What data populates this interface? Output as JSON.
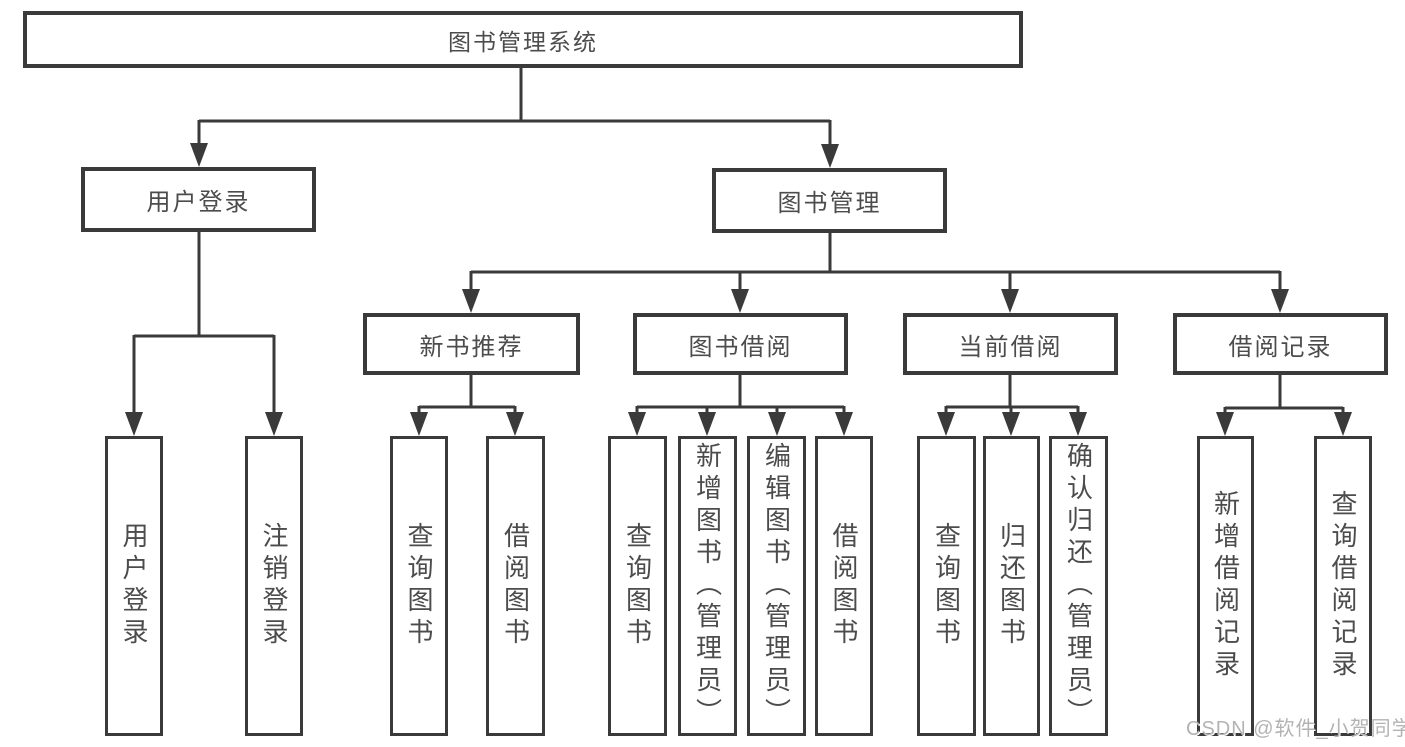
{
  "colors": {
    "line": "#3a3a3a",
    "box_border": "#3a3a3a",
    "box_background": "#ffffff",
    "text": "#4c4c4c",
    "watermark": "#b3b3b3"
  },
  "watermark": {
    "text": "CSDN @软件_小贺同学"
  },
  "tree": {
    "root": {
      "label": "图书管理系统",
      "children": [
        {
          "label": "用户登录",
          "children": [
            {
              "label": "用户登录"
            },
            {
              "label": "注销登录"
            }
          ]
        },
        {
          "label": "图书管理",
          "children": [
            {
              "label": "新书推荐",
              "children": [
                {
                  "label": "查询图书"
                },
                {
                  "label": "借阅图书"
                }
              ]
            },
            {
              "label": "图书借阅",
              "children": [
                {
                  "label": "查询图书"
                },
                {
                  "label": "新增图书（管理员）"
                },
                {
                  "label": "编辑图书（管理员）"
                },
                {
                  "label": "借阅图书"
                }
              ]
            },
            {
              "label": "当前借阅",
              "children": [
                {
                  "label": "查询图书"
                },
                {
                  "label": "归还图书"
                },
                {
                  "label": "确认归还（管理员）"
                }
              ]
            },
            {
              "label": "借阅记录",
              "children": [
                {
                  "label": "新增借阅记录"
                },
                {
                  "label": "查询借阅记录"
                }
              ]
            }
          ]
        }
      ]
    }
  }
}
